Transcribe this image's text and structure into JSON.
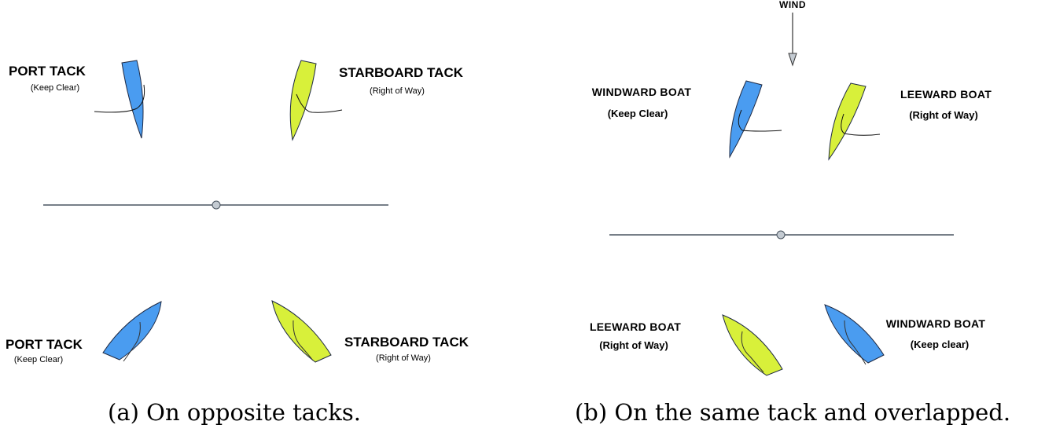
{
  "panel_a": {
    "labels": {
      "top_left_title": "PORT TACK",
      "top_left_sub": "(Keep Clear)",
      "top_right_title": "STARBOARD TACK",
      "top_right_sub": "(Right of Way)",
      "bottom_left_title": "PORT TACK",
      "bottom_left_sub": "(Keep Clear)",
      "bottom_right_title": "STARBOARD TACK",
      "bottom_right_sub": "(Right of Way)"
    },
    "caption": "(a) On opposite tacks."
  },
  "panel_b": {
    "wind_label": "WIND",
    "labels": {
      "top_left_title": "WINDWARD BOAT",
      "top_left_sub": "(Keep Clear)",
      "top_right_title": "LEEWARD BOAT",
      "top_right_sub": "(Right of Way)",
      "bottom_left_title": "LEEWARD BOAT",
      "bottom_left_sub": "(Right of Way)",
      "bottom_right_title": "WINDWARD BOAT",
      "bottom_right_sub": "(Keep clear)"
    },
    "caption": "(b) On the same tack and overlapped."
  },
  "colors": {
    "port_boat": "#4a9cf0",
    "starboard_boat": "#d8f03a",
    "outline": "#1f2a44",
    "line": "#4a5560",
    "buoy_fill": "#c4cbd2"
  }
}
